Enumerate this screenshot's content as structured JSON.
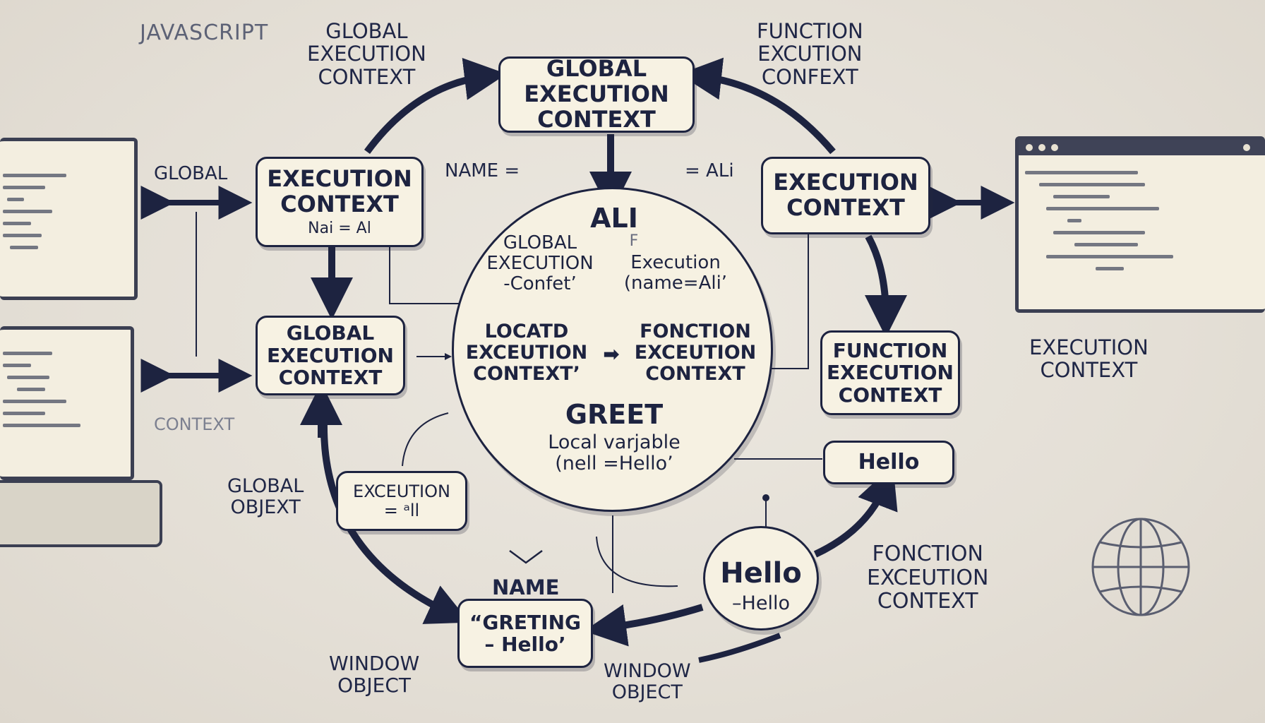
{
  "colors": {
    "ink": "#1d2340",
    "box_fill": "#f7f2e3",
    "background": "#e6e1d8"
  },
  "labels": {
    "javascript": "JAVASCRIPT",
    "top_left_gec": "GLOBAL\nEXECUTION\nCONTEXT",
    "top_right_fec": "FUNCTION\nEXCUTION\nCONFEXT",
    "global_side": "GLOBAL",
    "context_side": "CONTEXT",
    "name_eq": "NAME =",
    "eq_ali": "= ALi",
    "global_object": "GLOBAL\nOBJEXT",
    "window_object_left": "WINDOW\nOBJECT",
    "window_object_right": "WINDOW\nOBJECT",
    "right_exec_context": "EXECUTION\nCONTEXT",
    "bottom_right_fec": "FONCTION\nEXCEUTION\nCONTEXT",
    "name_label": "NAME"
  },
  "boxes": {
    "top_gec": "GLOBAL\nEXECUTION\nCONTEXT",
    "left_exec": "EXECUTION\nCONTEXT",
    "left_exec_sub": "Nai = Al",
    "left_gec": "GLOBAL\nEXECUTION\nCONTEXT",
    "right_exec": "EXECUTION\nCONTEXT",
    "right_fec": "FUNCTION\nEXECUTION\nCONTEXT",
    "hello_box": "Hello",
    "small_exec": "EXCEUTION\n= ᵃll",
    "greeting": "“GRETING\n– Hello’"
  },
  "circle": {
    "title": "ALI",
    "gec": "GLOBAL\nEXECUTION\n-Confet’",
    "f_label": "F",
    "execution": "Execution\n(name=Ali’",
    "local": "LOCATD\nEXCEUTION\nCONTEXT’",
    "arrow": "➡",
    "fonction": "FONCTION\nEXCEUTION\nCONTEXT",
    "greet": "GREET",
    "local_var": "Local varjable\n(nell =Hello’"
  },
  "hello_circle": {
    "big": "Hello",
    "small": "–Hello"
  },
  "icons": {
    "laptop_left": "laptop-icon",
    "browser_right": "browser-window-icon",
    "globe": "globe-icon"
  }
}
